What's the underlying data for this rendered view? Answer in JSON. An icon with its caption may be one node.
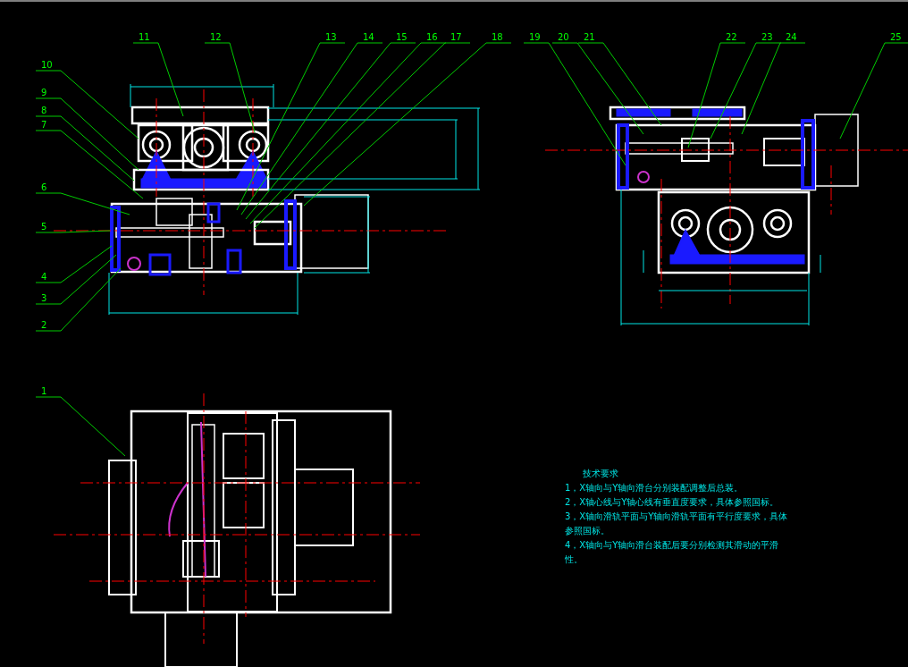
{
  "diagram": {
    "nodes": [
      {
        "text": [
          "1"
        ]
      },
      {
        "text": [
          "2"
        ]
      },
      {
        "text": [
          "3"
        ]
      },
      {
        "text": [
          "4"
        ]
      },
      {
        "text": [
          "5"
        ]
      },
      {
        "text": [
          "6"
        ]
      },
      {
        "text": [
          "7"
        ]
      },
      {
        "text": [
          "8"
        ]
      },
      {
        "text": [
          "9"
        ]
      },
      {
        "text": [
          "10"
        ]
      },
      {
        "text": [
          "11"
        ]
      },
      {
        "text": [
          "12"
        ]
      },
      {
        "text": [
          "13"
        ]
      },
      {
        "text": [
          "14"
        ]
      },
      {
        "text": [
          "15"
        ]
      },
      {
        "text": [
          "16"
        ]
      },
      {
        "text": [
          "17"
        ]
      },
      {
        "text": [
          "18"
        ]
      },
      {
        "text": [
          "19"
        ]
      },
      {
        "text": [
          "20"
        ]
      },
      {
        "text": [
          "21"
        ]
      },
      {
        "text": [
          "22"
        ]
      },
      {
        "text": [
          "23"
        ]
      },
      {
        "text": [
          "24"
        ]
      },
      {
        "text": [
          "25"
        ]
      }
    ],
    "edges": [
      {
        "from": 0,
        "to": null,
        "arrow": "none"
      },
      {
        "from": 1,
        "to": null,
        "arrow": "none"
      },
      {
        "from": 2,
        "to": null,
        "arrow": "none"
      },
      {
        "from": 3,
        "to": null,
        "arrow": "none"
      },
      {
        "from": 4,
        "to": null,
        "arrow": "none"
      },
      {
        "from": 5,
        "to": null,
        "arrow": "none"
      },
      {
        "from": 6,
        "to": null,
        "arrow": "none"
      },
      {
        "from": 7,
        "to": null,
        "arrow": "none"
      },
      {
        "from": 8,
        "to": null,
        "arrow": "none"
      },
      {
        "from": 9,
        "to": null,
        "arrow": "none"
      },
      {
        "from": 10,
        "to": null,
        "arrow": "none"
      },
      {
        "from": 11,
        "to": null,
        "arrow": "none"
      },
      {
        "from": 12,
        "to": null,
        "arrow": "none"
      },
      {
        "from": 13,
        "to": null,
        "arrow": "none"
      },
      {
        "from": 14,
        "to": null,
        "arrow": "none"
      },
      {
        "from": 15,
        "to": null,
        "arrow": "none"
      },
      {
        "from": 16,
        "to": null,
        "arrow": "none"
      },
      {
        "from": 17,
        "to": null,
        "arrow": "none"
      },
      {
        "from": 18,
        "to": null,
        "arrow": "none"
      },
      {
        "from": 19,
        "to": null,
        "arrow": "none"
      },
      {
        "from": 20,
        "to": null,
        "arrow": "none"
      },
      {
        "from": 21,
        "to": null,
        "arrow": "none"
      },
      {
        "from": 22,
        "to": null,
        "arrow": "none"
      },
      {
        "from": 23,
        "to": null,
        "arrow": "none"
      },
      {
        "from": 24,
        "to": null,
        "arrow": "none"
      }
    ],
    "labels": [
      "技术要求",
      "1，X轴向与Y轴向滑台分别装配调整后总装。",
      "2，X轴心线与Y轴心线有垂直度要求，具体参照国标。",
      "3，X轴向滑轨平面与Y轴向滑轨平面有平行度要求，具体参照国标。",
      "4，X轴向与Y轴向滑台装配后要分别检测其滑动的平滑性。"
    ]
  }
}
